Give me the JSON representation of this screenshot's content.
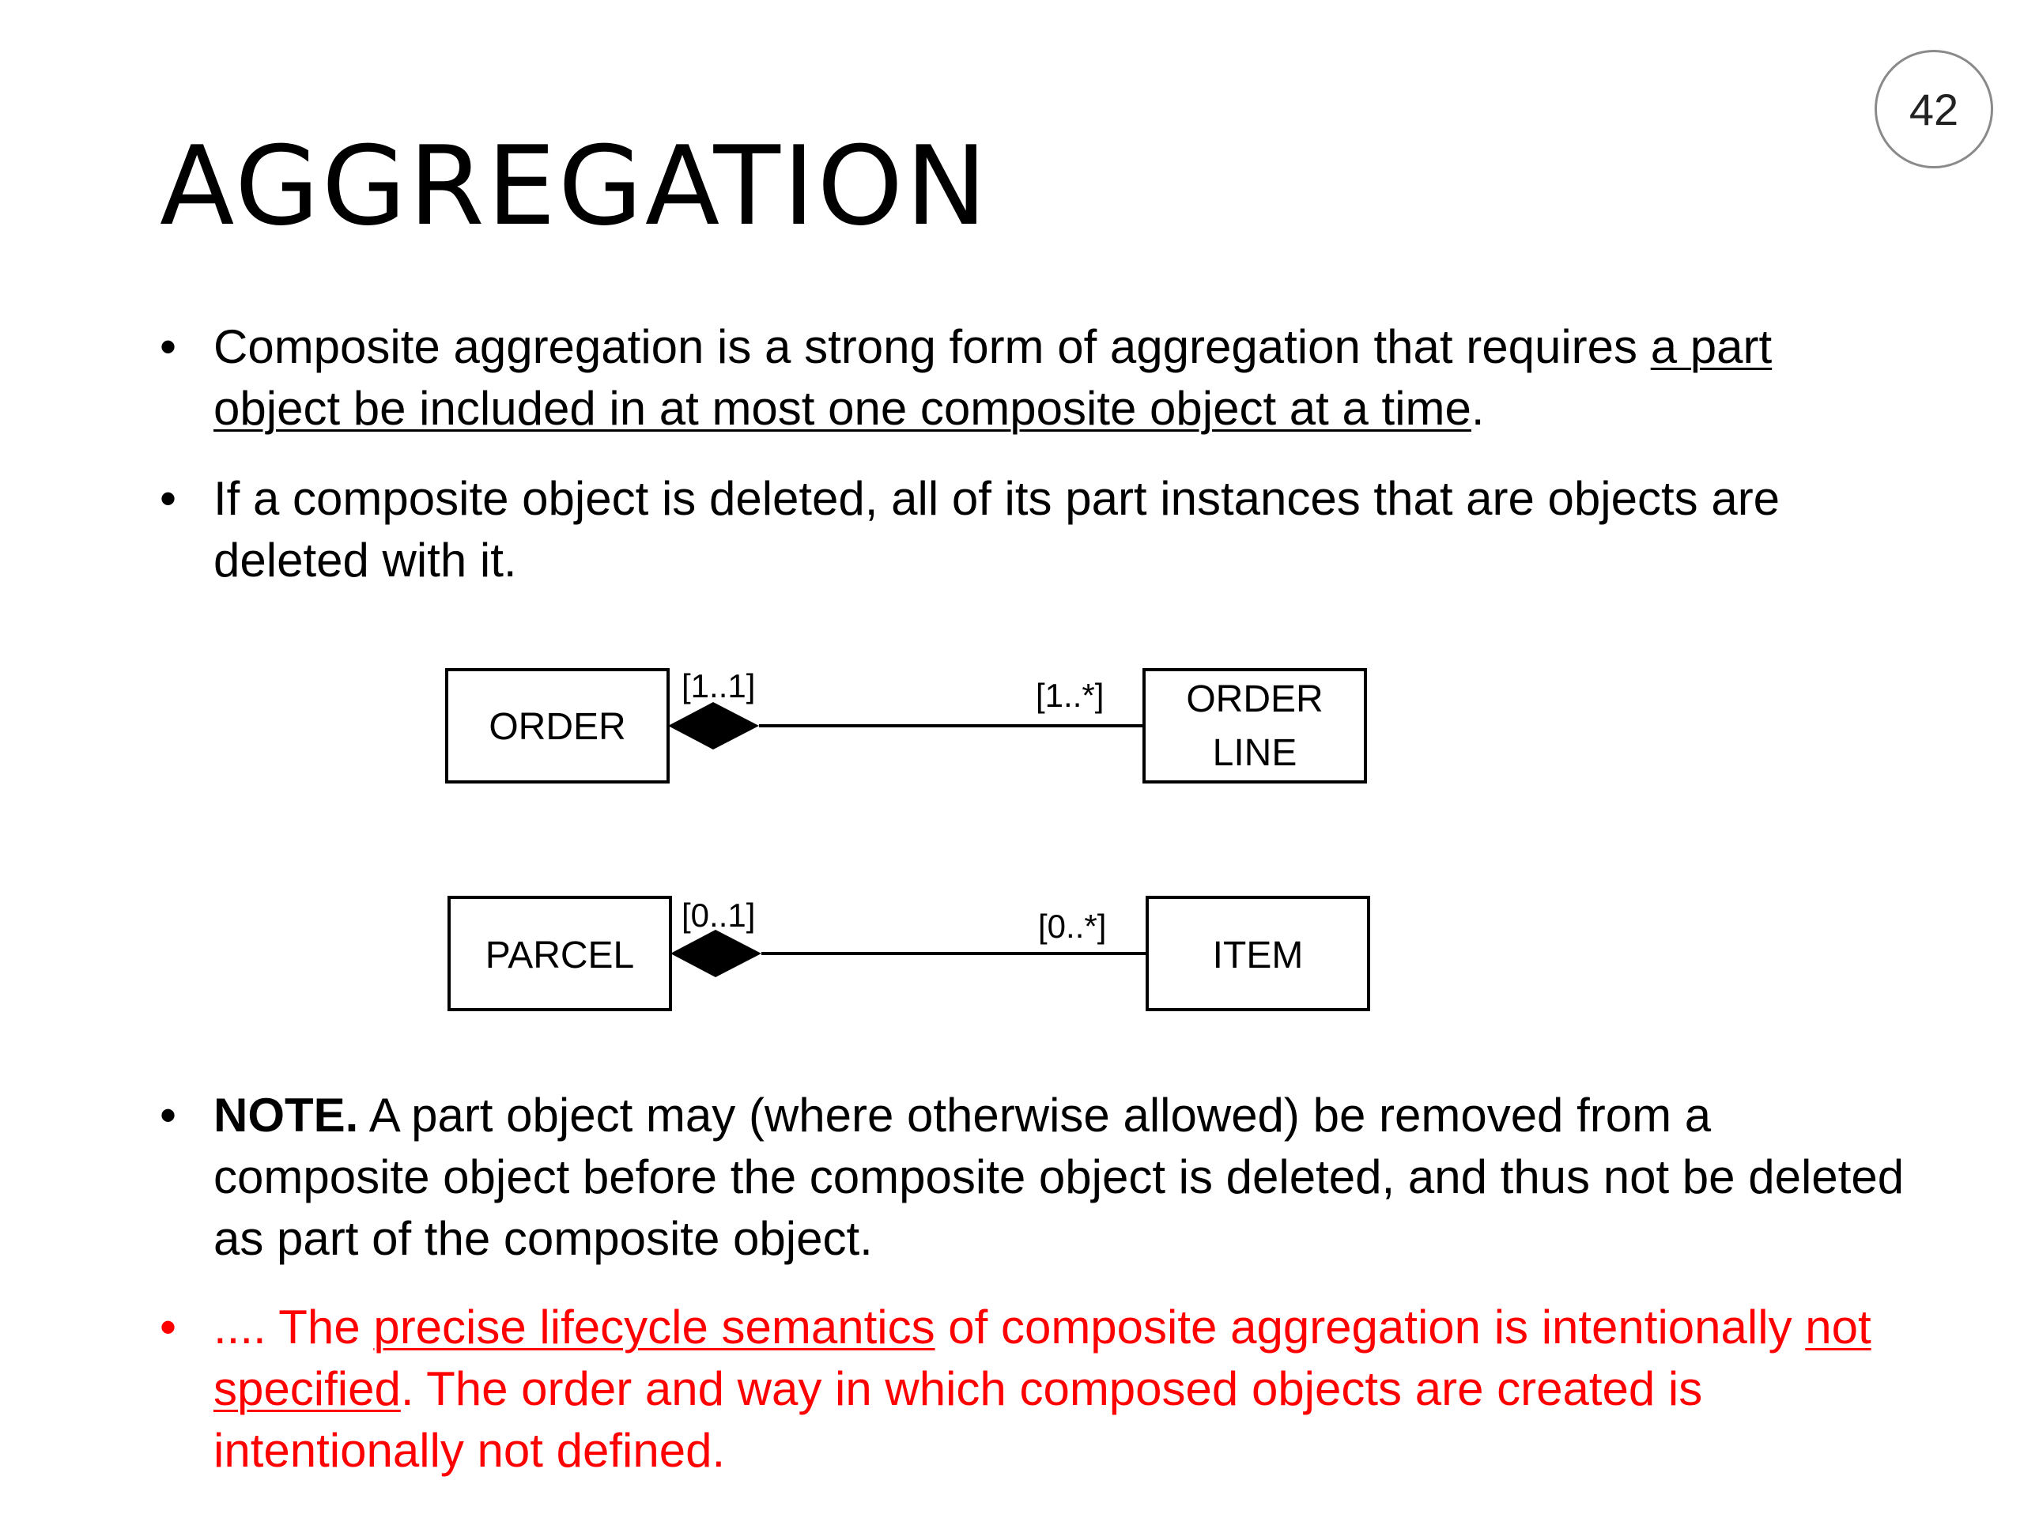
{
  "slide": {
    "number": "42",
    "title": "AGGREGATION"
  },
  "bullets": [
    {
      "text_before": "Composite aggregation is a strong form of aggregation that requires ",
      "underlined": "a part object be included in at most one composite object at a time",
      "text_after": "."
    },
    {
      "text": "If a composite object is deleted, all of its part instances that are objects are deleted with it."
    },
    {
      "bold": "NOTE.",
      "text": " A part object may (where otherwise allowed) be removed from a composite object before the composite object is deleted, and thus not be deleted as part of the composite object."
    },
    {
      "text_1": ".... The ",
      "underlined_1": "precise lifecycle semantics",
      "text_2": " of composite aggregation is intentionally ",
      "underlined_2": "not specified",
      "text_3": ". The order and way in which composed objects are created is intentionally not defined."
    }
  ],
  "bullet_symbol": "•",
  "diagram": {
    "relation_1": {
      "whole": "ORDER",
      "part_line_1": "ORDER",
      "part_line_2": "LINE",
      "whole_multiplicity": "[1..1]",
      "part_multiplicity": "[1..*]"
    },
    "relation_2": {
      "whole": "PARCEL",
      "part": "ITEM",
      "whole_multiplicity": "[0..1]",
      "part_multiplicity": "[0..*]"
    }
  },
  "colors": {
    "text": "#000000",
    "highlight": "#ff0000",
    "slide_number_border": "#8a8a8a"
  }
}
